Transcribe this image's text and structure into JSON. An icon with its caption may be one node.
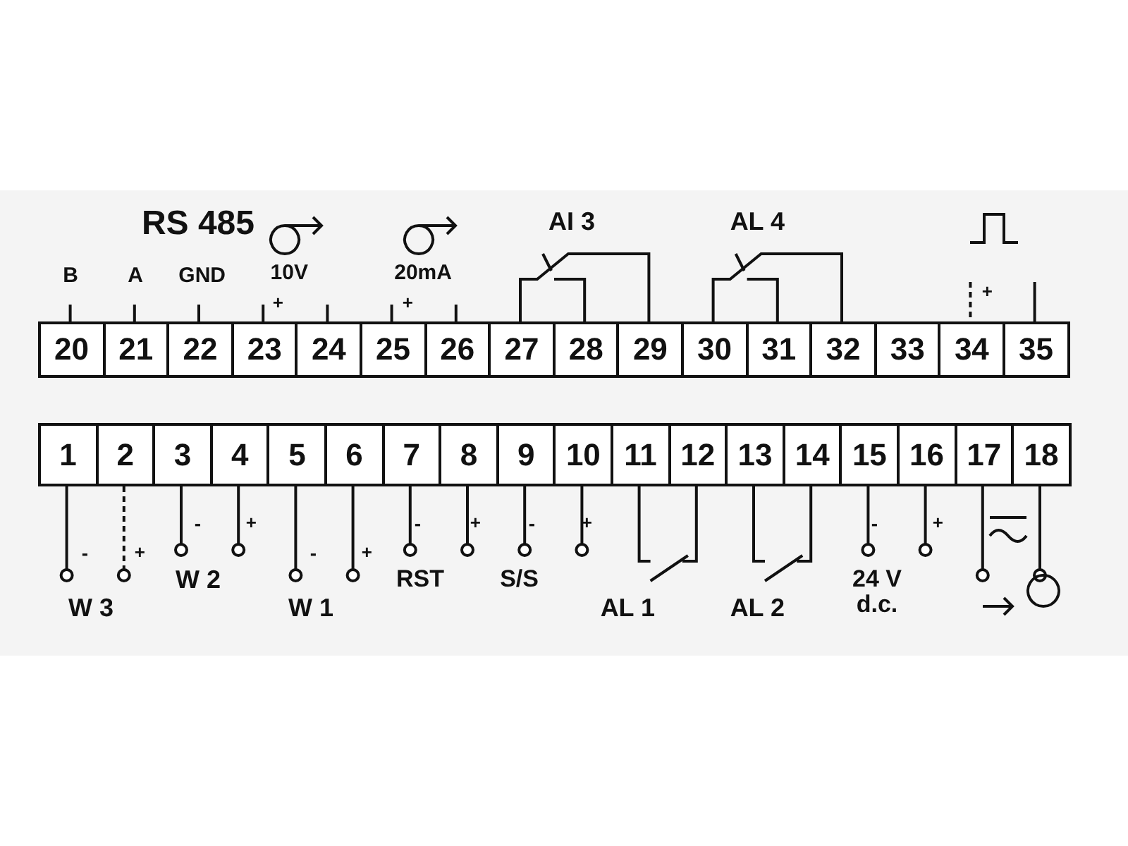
{
  "diagram": {
    "nodes": [
      {
        "text": [
          "20"
        ]
      },
      {
        "text": [
          "21"
        ]
      },
      {
        "text": [
          "22"
        ]
      },
      {
        "text": [
          "23"
        ]
      },
      {
        "text": [
          "24"
        ]
      },
      {
        "text": [
          "25"
        ]
      },
      {
        "text": [
          "26"
        ]
      },
      {
        "text": [
          "27"
        ]
      },
      {
        "text": [
          "28"
        ]
      },
      {
        "text": [
          "29"
        ]
      },
      {
        "text": [
          "30"
        ]
      },
      {
        "text": [
          "31"
        ]
      },
      {
        "text": [
          "32"
        ]
      },
      {
        "text": [
          "33"
        ]
      },
      {
        "text": [
          "34"
        ]
      },
      {
        "text": [
          "35"
        ]
      },
      {
        "text": [
          "1"
        ]
      },
      {
        "text": [
          "2"
        ]
      },
      {
        "text": [
          "3"
        ]
      },
      {
        "text": [
          "4"
        ]
      },
      {
        "text": [
          "5"
        ]
      },
      {
        "text": [
          "6"
        ]
      },
      {
        "text": [
          "7"
        ]
      },
      {
        "text": [
          "8"
        ]
      },
      {
        "text": [
          "9"
        ]
      },
      {
        "text": [
          "10"
        ]
      },
      {
        "text": [
          "11"
        ]
      },
      {
        "text": [
          "12"
        ]
      },
      {
        "text": [
          "13"
        ]
      },
      {
        "text": [
          "14"
        ]
      },
      {
        "text": [
          "15"
        ]
      },
      {
        "text": [
          "16"
        ]
      },
      {
        "text": [
          "17"
        ]
      },
      {
        "text": [
          "18"
        ]
      }
    ],
    "labels": [
      "RS 485",
      "B",
      "A",
      "GND",
      "10V",
      "+",
      "20mA",
      "+",
      "AI 3",
      "AL 4",
      "+",
      "-",
      "+",
      "W 3",
      "-",
      "+",
      "W 2",
      "-",
      "+",
      "W 1",
      "-",
      "+",
      "RST",
      "-",
      "+",
      "S/S",
      "AL 1",
      "AL 2",
      "-",
      "+",
      "24 V d.c."
    ]
  }
}
